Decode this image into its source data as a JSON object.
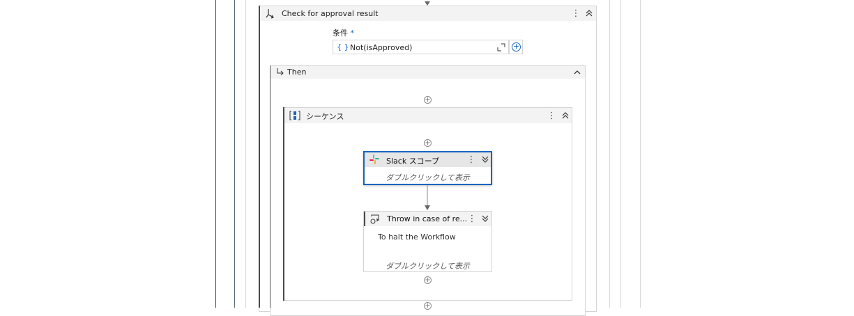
{
  "if_block": {
    "title": "Check for approval result",
    "condition_label": "条件",
    "required_mark": "*",
    "condition_value": "Not(isApproved)",
    "expression_icon": "{ }"
  },
  "then_block": {
    "title": "Then"
  },
  "sequence": {
    "title": "シーケンス"
  },
  "slack_scope": {
    "title": "Slack スコープ",
    "hint": "ダブルクリックして表示"
  },
  "throw_activity": {
    "title": "Throw in case of re...",
    "description": "To halt the Workflow",
    "hint": "ダブルクリックして表示"
  },
  "colors": {
    "selection_border": "#1565c0",
    "header_bg": "#f3f3f3",
    "border": "#d4d4d4"
  }
}
